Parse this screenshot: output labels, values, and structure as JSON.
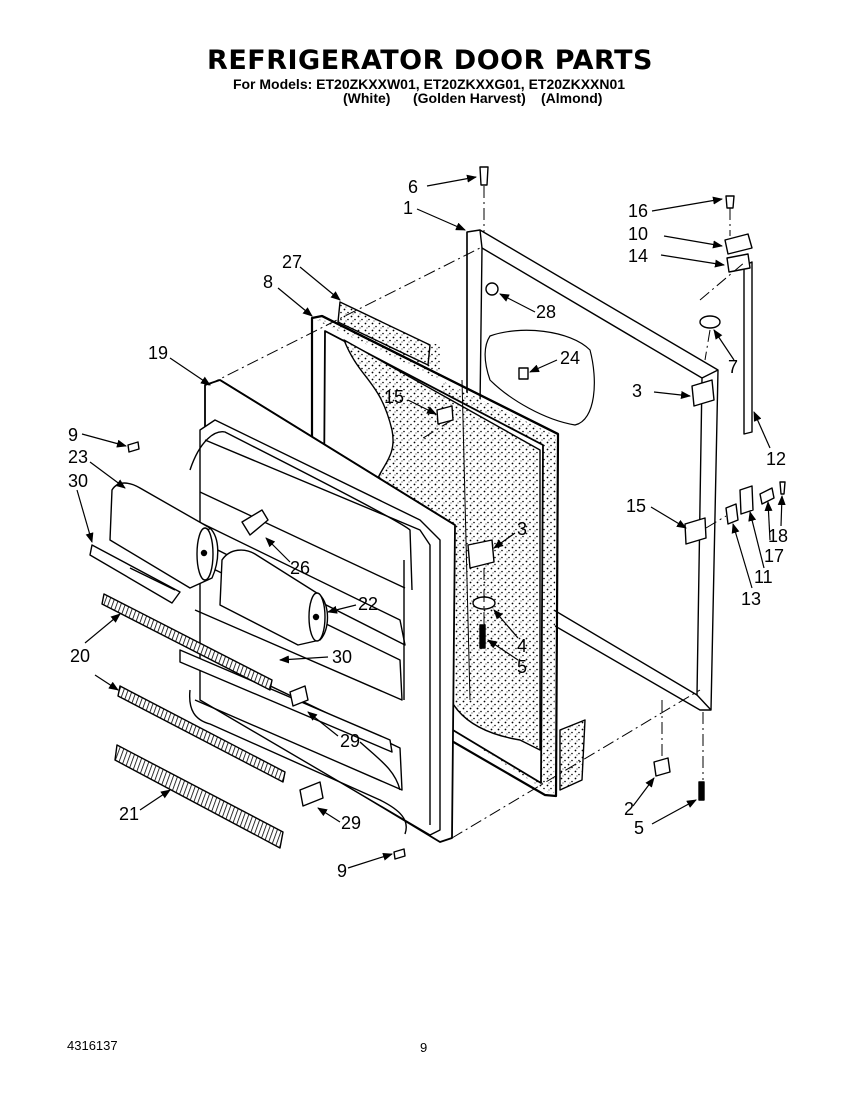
{
  "header": {
    "title": "REFRIGERATOR DOOR PARTS",
    "models_line": "For Models: ET20ZKXXW01, ET20ZKXXG01, ET20ZKXXN01",
    "colors": [
      "(White)",
      "(Golden Harvest)",
      "(Almond)"
    ]
  },
  "diagram": {
    "callouts": {
      "c1": "1",
      "c2": "2",
      "c3a": "3",
      "c3b": "3",
      "c4": "4",
      "c5a": "5",
      "c5b": "5",
      "c6": "6",
      "c7": "7",
      "c8": "8",
      "c9a": "9",
      "c9b": "9",
      "c10": "10",
      "c11": "11",
      "c12": "12",
      "c13": "13",
      "c14": "14",
      "c15a": "15",
      "c15b": "15",
      "c16": "16",
      "c17": "17",
      "c18": "18",
      "c19": "19",
      "c20a": "20",
      "c20b": "20",
      "c21": "21",
      "c22": "22",
      "c23": "23",
      "c24": "24",
      "c26": "26",
      "c27": "27",
      "c28": "28",
      "c29a": "29",
      "c29b": "29",
      "c30a": "30",
      "c30b": "30"
    }
  },
  "footer": {
    "part_number": "4316137",
    "page_number": "9"
  }
}
